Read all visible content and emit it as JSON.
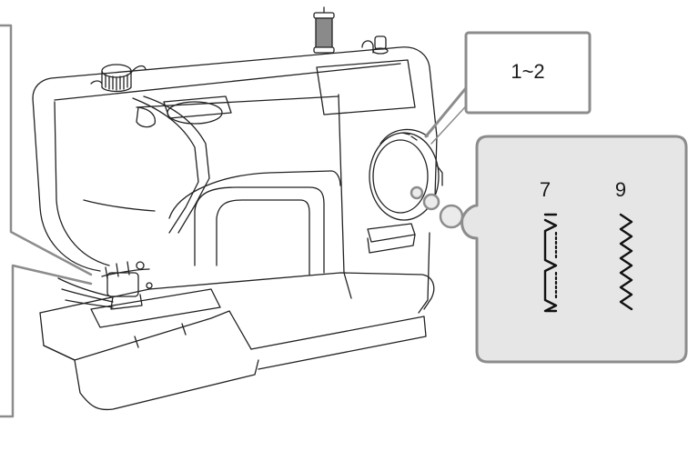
{
  "callouts": {
    "dial_setting": "1~2"
  },
  "stitch_panel": {
    "stitches": [
      {
        "number": "7",
        "pattern": "blind-hem-stitch"
      },
      {
        "number": "9",
        "pattern": "zigzag-stitch"
      }
    ]
  }
}
